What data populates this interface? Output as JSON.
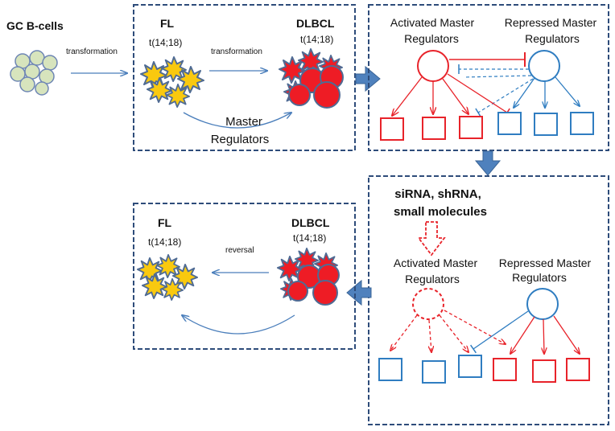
{
  "labels": {
    "gc_bcells": "GC B-cells",
    "transformation_1": "transformation",
    "transformation_2": "transformation",
    "fl_top": "FL",
    "fl_top_translocation": "t(14;18)",
    "dlbcl_top": "DLBCL",
    "dlbcl_top_translocation": "t(14;18)",
    "master_regulators_1": "Master",
    "master_regulators_2": "Regulators",
    "activated_mr_top_1": "Activated Master",
    "activated_mr_top_2": "Regulators",
    "repressed_mr_top_1": "Repressed Master",
    "repressed_mr_top_2": "Regulators",
    "sirna_1": "siRNA, shRNA,",
    "sirna_2": "small molecules",
    "activated_mr_bottom_1": "Activated Master",
    "activated_mr_bottom_2": "Regulators",
    "repressed_mr_bottom_1": "Repressed Master",
    "repressed_mr_bottom_2": "Regulators",
    "fl_bottom": "FL",
    "fl_bottom_translocation": "t(14;18)",
    "dlbcl_bottom": "DLBCL",
    "dlbcl_bottom_translocation": "t(14;18)",
    "reversal": "reversal"
  },
  "colors": {
    "panel_border": "#2E4C7A",
    "flow_arrow": "#4A7EBB",
    "block_arrow": "#4F81BD",
    "activated_red": "#E8232A",
    "repressed_blue": "#2F7DC1",
    "gc_cell_fill": "#D7E4BD",
    "gc_cell_stroke": "#6E86B4",
    "fl_cell_fill": "#F9C90F",
    "fl_cell_stroke": "#4F6B94",
    "dlbcl_cell_fill": "#EE1C25",
    "dlbcl_cell_stroke": "#4F6B94"
  }
}
